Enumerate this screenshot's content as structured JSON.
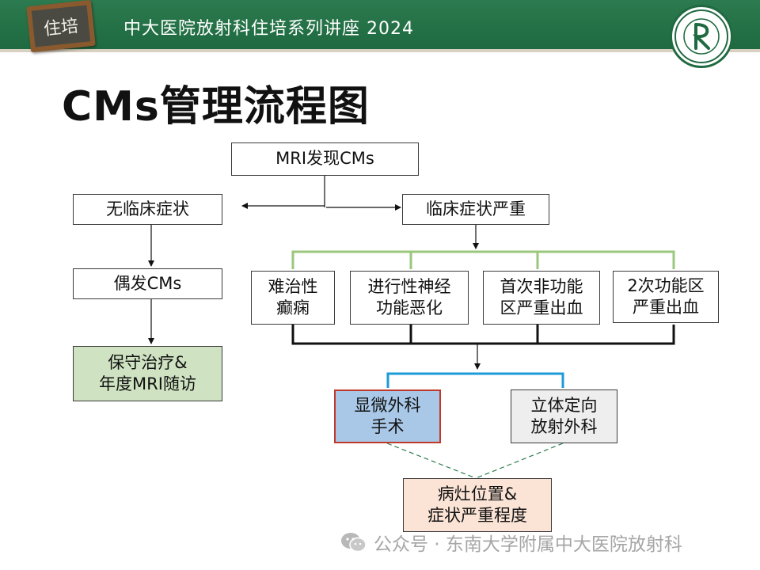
{
  "header": {
    "banner_title": "中大医院放射科住培系列讲座 2024",
    "sign_text": "住培"
  },
  "title": "CMs管理流程图",
  "nodes": {
    "mri": "MRI发现CMs",
    "no_symptom": "无临床症状",
    "severe_symptom": "临床症状严重",
    "incidental": "偶发CMs",
    "conservative": "保守治疗&\n年度MRI随访",
    "epilepsy": "难治性\n癫痫",
    "neuro_decline": "进行性神经\n功能恶化",
    "first_bleed": "首次非功能\n区严重出血",
    "second_bleed": "2次功能区\n严重出血",
    "microsurgery": "显微外科\n手术",
    "radiosurgery": "立体定向\n放射外科",
    "factors": "病灶位置&\n症状严重程度"
  },
  "watermark": "公众号 · 东南大学附属中大医院放射科",
  "colors": {
    "banner": "#1f6a40",
    "green_bracket": "#9bc77c",
    "blue_bracket": "#1e9bd7",
    "dashed_link": "#2e7d4f"
  }
}
